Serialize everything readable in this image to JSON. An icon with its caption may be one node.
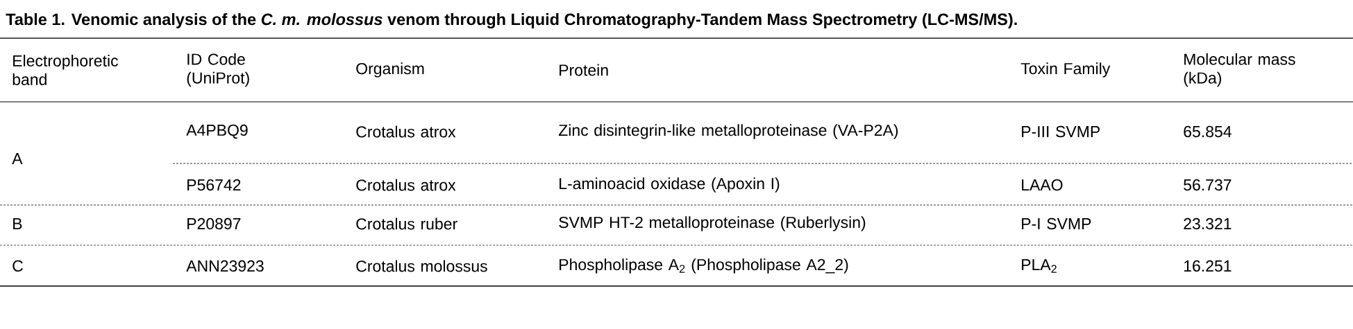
{
  "diagram": {
    "title": "Table 1. Venomic analysis of the *C. m. molossus* venom through Liquid Chromatography-Tandem Mass Spectrometry (LC-MS/MS).",
    "labels": [
      "Electrophoretic band",
      "ID Code (UniProt)",
      "Organism",
      "Protein",
      "Toxin Family",
      "Molecular mass (kDa)",
      "A",
      "A4PBQ9",
      "Crotalus atrox",
      "Zinc disintegrin-like metalloproteinase (VA-P2A)",
      "P-III SVMP",
      "65.854",
      "P56742",
      "Crotalus atrox",
      "L-aminoacid oxidase (Apoxin I)",
      "LAAO",
      "56.737",
      "B",
      "P20897",
      "Crotalus ruber",
      "SVMP HT-2 metalloproteinase (Ruberlysin)",
      "P-I SVMP",
      "23.321",
      "C",
      "ANN23923",
      "Crotalus molossus",
      "Phospholipase A$_{2}$ (Phospholipase A2_2)",
      "PLA$_{2}$",
      "16.251"
    ]
  }
}
